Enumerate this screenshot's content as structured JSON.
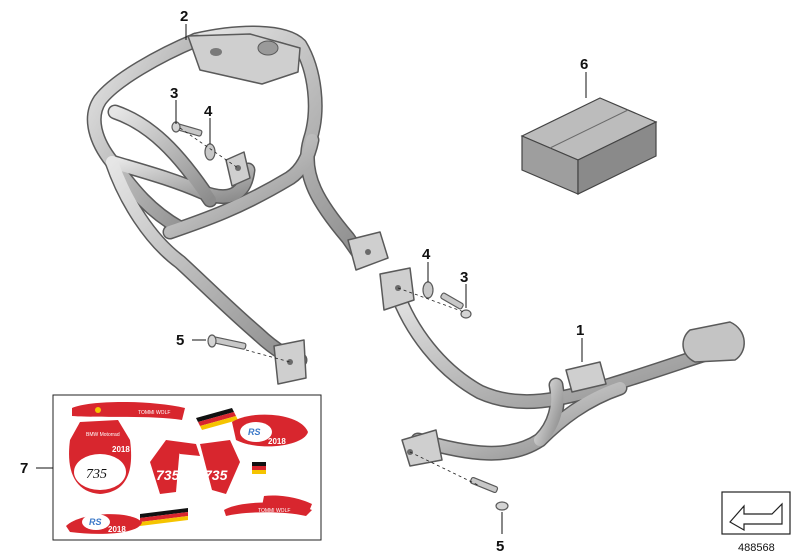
{
  "callouts": {
    "c1": "1",
    "c2": "2",
    "c3_left": "3",
    "c4_left": "4",
    "c3_right": "3",
    "c4_right": "4",
    "c5_left": "5",
    "c5_bottom": "5",
    "c6": "6",
    "c7": "7"
  },
  "decal": {
    "rider_name_top": "TOMMI WOLF",
    "rider_name_bottom": "TOMMI WOLF",
    "brand_line": "BMW Motorrad",
    "number_main": "735",
    "number_left": "735",
    "number_right": "735",
    "year_top": "2018",
    "year_left": "2018",
    "year_bottom": "2018",
    "rs_badge": "RS"
  },
  "reference_number": "488568",
  "icons": {
    "corner_icon": "arrow-folder-icon"
  },
  "colors": {
    "part_fill": "#c8c8c8",
    "part_stroke": "#5a5a5a",
    "decal_red": "#d8262e",
    "box_top": "#b8b8b8",
    "box_front": "#a0a0a0"
  }
}
